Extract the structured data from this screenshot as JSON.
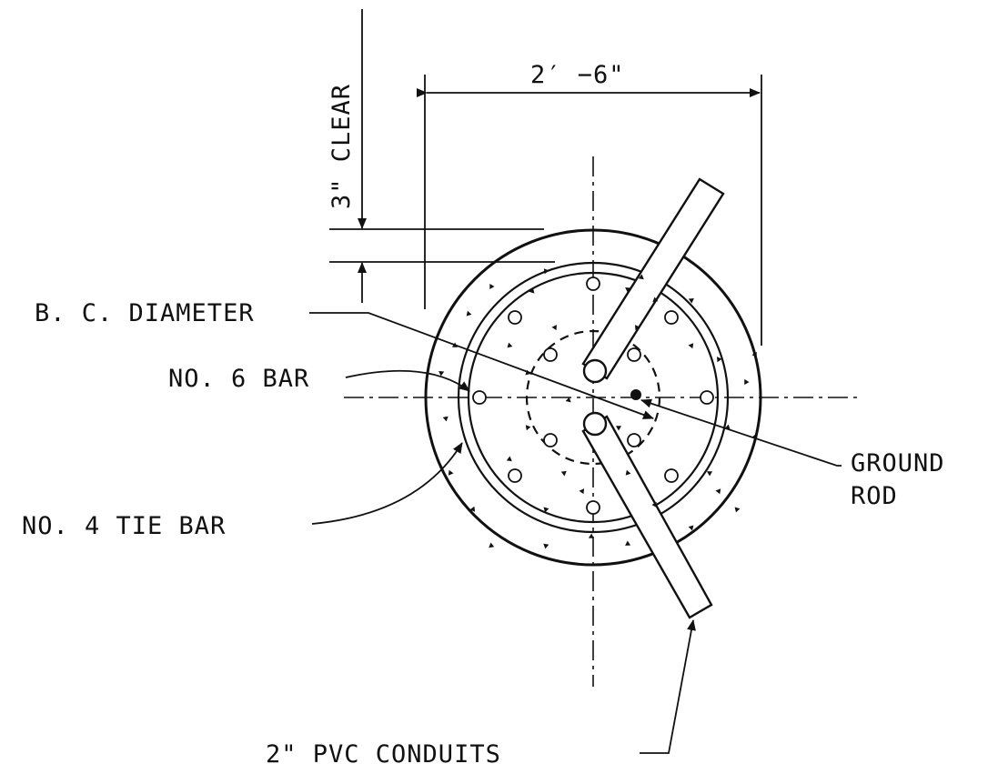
{
  "labels": {
    "width_dim": "2′ −6\"",
    "clear_dim": "3\" CLEAR",
    "bc_diameter": "B. C.  DIAMETER",
    "no6_bar": "NO. 6  BAR",
    "ground_rod_line1": "GROUND",
    "ground_rod_line2": "ROD",
    "no4_tie_bar": "NO. 4  TIE  BAR",
    "pvc_conduits": "2\"  PVC  CONDUITS"
  },
  "colors": {
    "ink": "#111111",
    "background": "#ffffff"
  }
}
